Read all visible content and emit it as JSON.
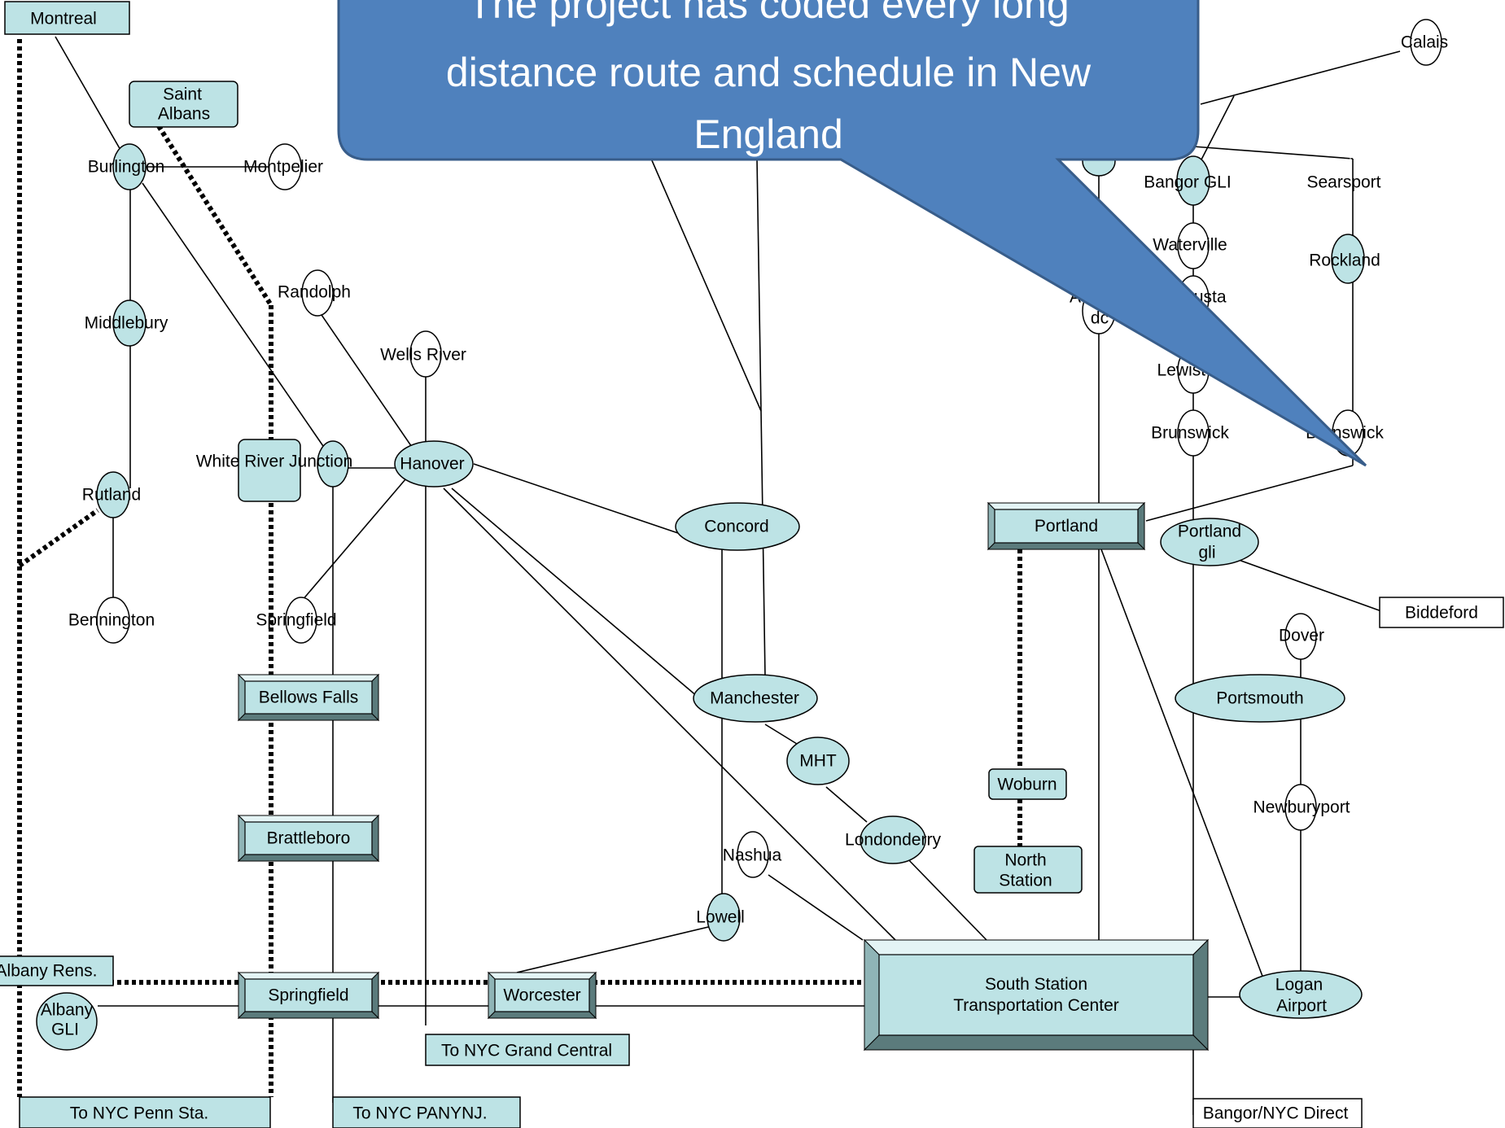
{
  "callout": {
    "lines": [
      "The project has coded every long",
      "distance route and schedule in New",
      "England"
    ]
  },
  "nodes": {
    "montreal": "Montreal",
    "saint_albans": [
      "Saint",
      "Albans"
    ],
    "burlington": "Burlington",
    "montpelier": "Montpelier",
    "randolph": "Randolph",
    "middlebury": "Middlebury",
    "wells_river": "Wells River",
    "white_river": "White River Junction",
    "hanover": "Hanover",
    "rutland": "Rutland",
    "bennington": "Bennington",
    "springfield_vt": "Springfield",
    "bellows_falls": "Bellows Falls",
    "brattleboro": "Brattleboro",
    "springfield_ma": "Springfield",
    "albany_rens": "Albany Rens.",
    "albany_gli": [
      "Albany",
      "GLI"
    ],
    "worcester": "Worcester",
    "nyc_grand_central": "To NYC Grand Central",
    "nyc_penn": "To NYC Penn Sta.",
    "nyc_panynj": "To NYC PANYNJ.",
    "concord": "Concord",
    "manchester": "Manchester",
    "mht": "MHT",
    "londonderry": "Londonderry",
    "nashua": "Nashua",
    "lowell": "Lowell",
    "south_station": [
      "South Station",
      "Transportation Center"
    ],
    "portland": "Portland",
    "portland_gli": [
      "Portland",
      "gli"
    ],
    "biddeford": "Biddeford",
    "woburn": "Woburn",
    "north_station": [
      "North",
      "Station"
    ],
    "dover": "Dover",
    "portsmouth": "Portsmouth",
    "newburyport": "Newburyport",
    "logan": [
      "Logan",
      "Airport"
    ],
    "bangor_nyc": "Bangor/NYC Direct",
    "calais": "Calais",
    "bangor_gli": "Bangor GLI",
    "searsport": "Searsport",
    "waterville": "Waterville",
    "rockland": "Rockland",
    "augusta": "Augusta",
    "augusta_partial": "A",
    "augusta_dc": "dc",
    "lewiston": "Lewiston",
    "brunswick": "Brunswick",
    "brunswick2": "Brunswick"
  },
  "colors": {
    "node_fill": "#bde3e5",
    "bevel_dark": "#5b7b7c",
    "bevel_mid": "#8fb4b6",
    "bevel_light": "#e4f4f5",
    "callout_fill": "#4f81bd",
    "callout_stroke": "#385d8a"
  }
}
